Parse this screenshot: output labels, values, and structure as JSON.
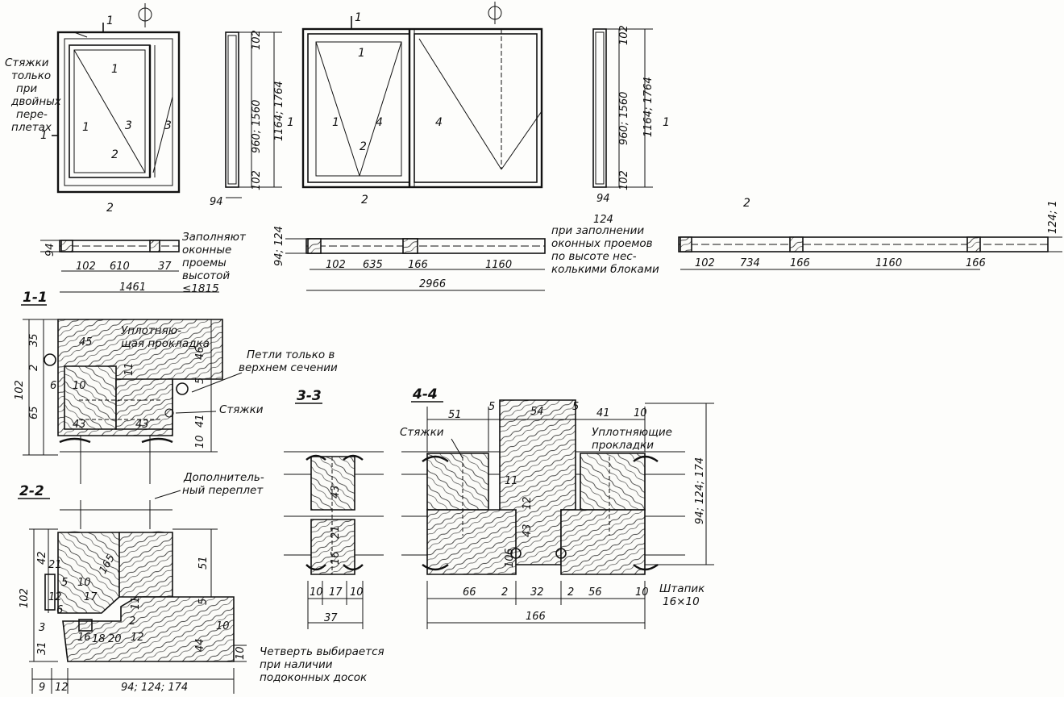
{
  "notes": {
    "ties_double": [
      "Стяжки",
      "только",
      "при",
      "двойных",
      "пере-",
      "плетах"
    ],
    "fill_openings": [
      "Заполняют",
      "оконные",
      "проемы",
      "высотой",
      "≤1815"
    ],
    "multi_block": [
      "при заполнении",
      "оконных проемов",
      "по высоте нес-",
      "колькими блоками"
    ],
    "seal_1": [
      "Уплотняю-",
      "щая прокладка"
    ],
    "hinges": [
      "Петли только в",
      "верхнем сечении"
    ],
    "ties": "Стяжки",
    "extra_sash": [
      "Дополнитель-",
      "ный переплет"
    ],
    "ties_44": "Стяжки",
    "seals_44": [
      "Уплотняющие",
      "прокладки"
    ],
    "bead": [
      "Штапик",
      "16×10"
    ],
    "quarter": [
      "Четверть выбирается",
      "при наличии",
      "подоконных досок"
    ]
  },
  "sections": {
    "s11": "1-1",
    "s22": "2-2",
    "s33": "3-3",
    "s44": "4-4"
  },
  "marks": {
    "m1": "1",
    "m2": "2",
    "m3": "3",
    "m4": "4"
  },
  "dims": {
    "heights_a": "960; 1560",
    "heights_b": "1164; 1764",
    "d102": "102",
    "d94": "94",
    "d124": "124",
    "d94_124": "94; 124",
    "d124_1": "124; 1",
    "plan1": [
      "102",
      "610",
      "37"
    ],
    "plan1_total": "1461",
    "plan2": [
      "102",
      "635",
      "166",
      "1160"
    ],
    "plan2_total": "2966",
    "plan3": [
      "102",
      "734",
      "166",
      "1160",
      "166"
    ],
    "s11_left": [
      "35",
      "2",
      "65",
      "102"
    ],
    "s11_inner": [
      "45",
      "6",
      "10",
      "43",
      "43",
      "11"
    ],
    "s11_right": [
      "46",
      "5",
      "41",
      "10"
    ],
    "s22_left": [
      "42",
      "21",
      "5",
      "10",
      "102",
      "6",
      "12",
      "3",
      "31"
    ],
    "s22_inner": [
      "165",
      "17",
      "11",
      "2",
      "16",
      "18",
      "20",
      "12"
    ],
    "s22_right": [
      "51",
      "5",
      "10",
      "44",
      "10"
    ],
    "s22_bottom": [
      "9",
      "12",
      "94; 124; 174"
    ],
    "s33_inner": [
      "43",
      "21",
      "16"
    ],
    "s33_bottom": [
      "10",
      "17",
      "10",
      "37"
    ],
    "s44_top": [
      "51",
      "5",
      "54",
      "5",
      "41",
      "10"
    ],
    "s44_inner": [
      "11",
      "12",
      "43",
      "6",
      "10"
    ],
    "s44_bottom": [
      "66",
      "2",
      "32",
      "2",
      "56",
      "10"
    ],
    "s44_total": "166",
    "s44_height": "94; 124; 174"
  }
}
